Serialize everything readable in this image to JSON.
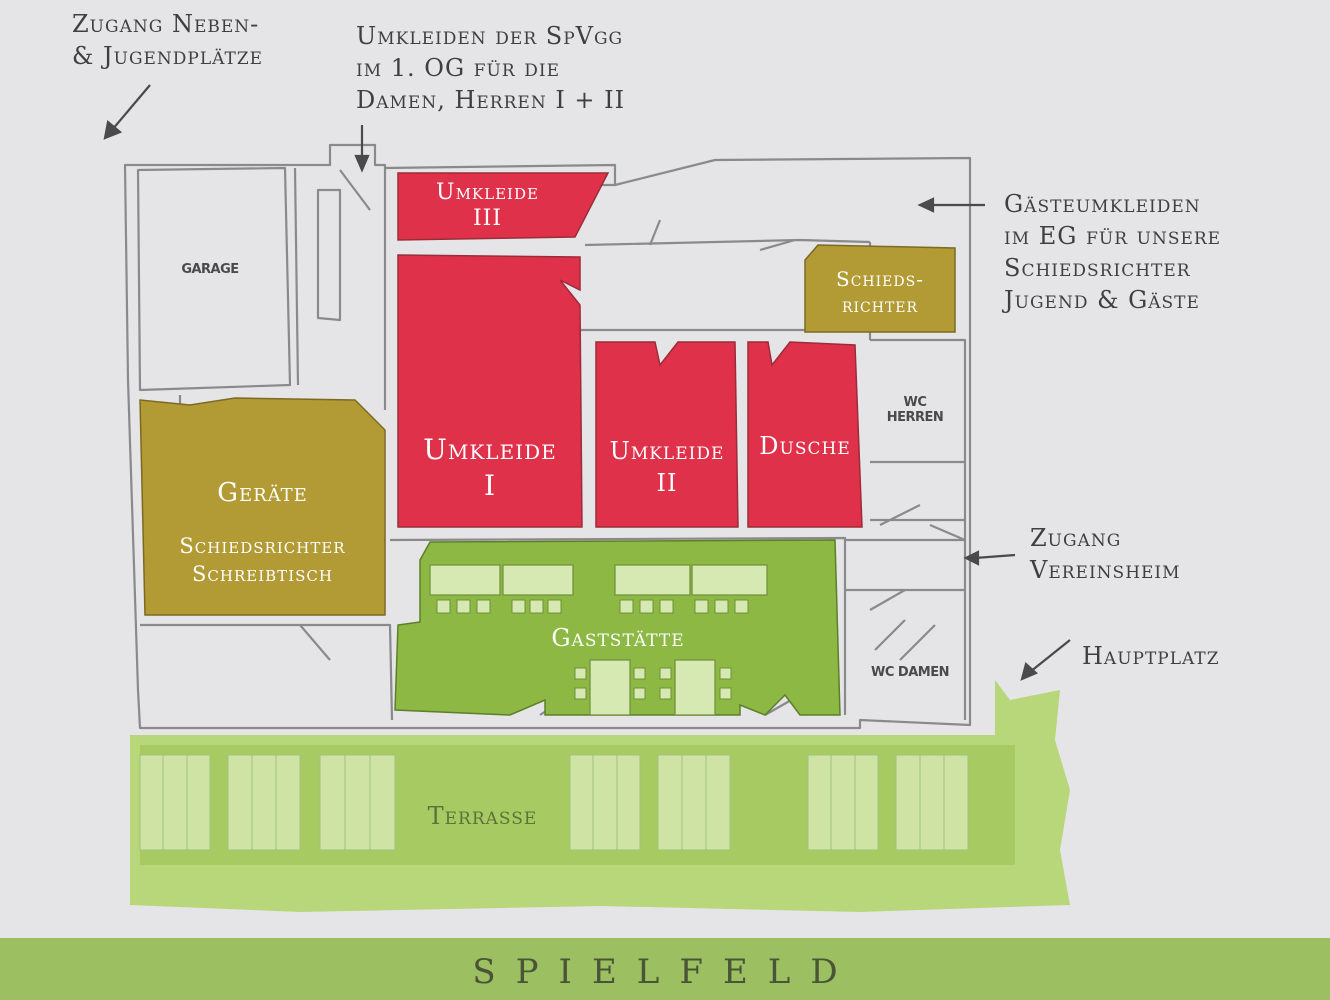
{
  "labels": {
    "zugang_neben": [
      "Zugang Neben-",
      "& Jugendplätze"
    ],
    "umkleiden_og": [
      "Umkleiden der SpVgg",
      "im 1. OG für die",
      "Damen, Herren I + II"
    ],
    "gaesteumkleiden": [
      "Gästeumkleiden",
      "im EG für unsere",
      "Schiedsrichter",
      "Jugend & Gäste"
    ],
    "zugang_vereinsheim": [
      "Zugang",
      "Vereinsheim"
    ],
    "hauptplatz": "Hauptplatz"
  },
  "rooms": {
    "umkleide3": [
      "Umkleide",
      "III"
    ],
    "umkleide1": [
      "Umkleide",
      "I"
    ],
    "umkleide2": [
      "Umkleide",
      "II"
    ],
    "dusche": "Dusche",
    "schiedsrichter": [
      "Schieds-",
      "richter"
    ],
    "geraete": "Geräte",
    "geraete_sub": [
      "Schiedsrichter",
      "Schreibtisch"
    ],
    "gaststaette": "Gaststätte",
    "terrasse": "Terrasse",
    "garage": "GARAGE",
    "wc_herren": [
      "WC",
      "HERREN"
    ],
    "wc_damen": "WC DAMEN"
  },
  "footer": "SPIELFELD",
  "colors": {
    "red": "#e0314b",
    "olive": "#b29a34",
    "green": "#8db843",
    "light_green": "#b7d77a",
    "wall": "#8a8a8c",
    "background": "#e5e5e7"
  }
}
